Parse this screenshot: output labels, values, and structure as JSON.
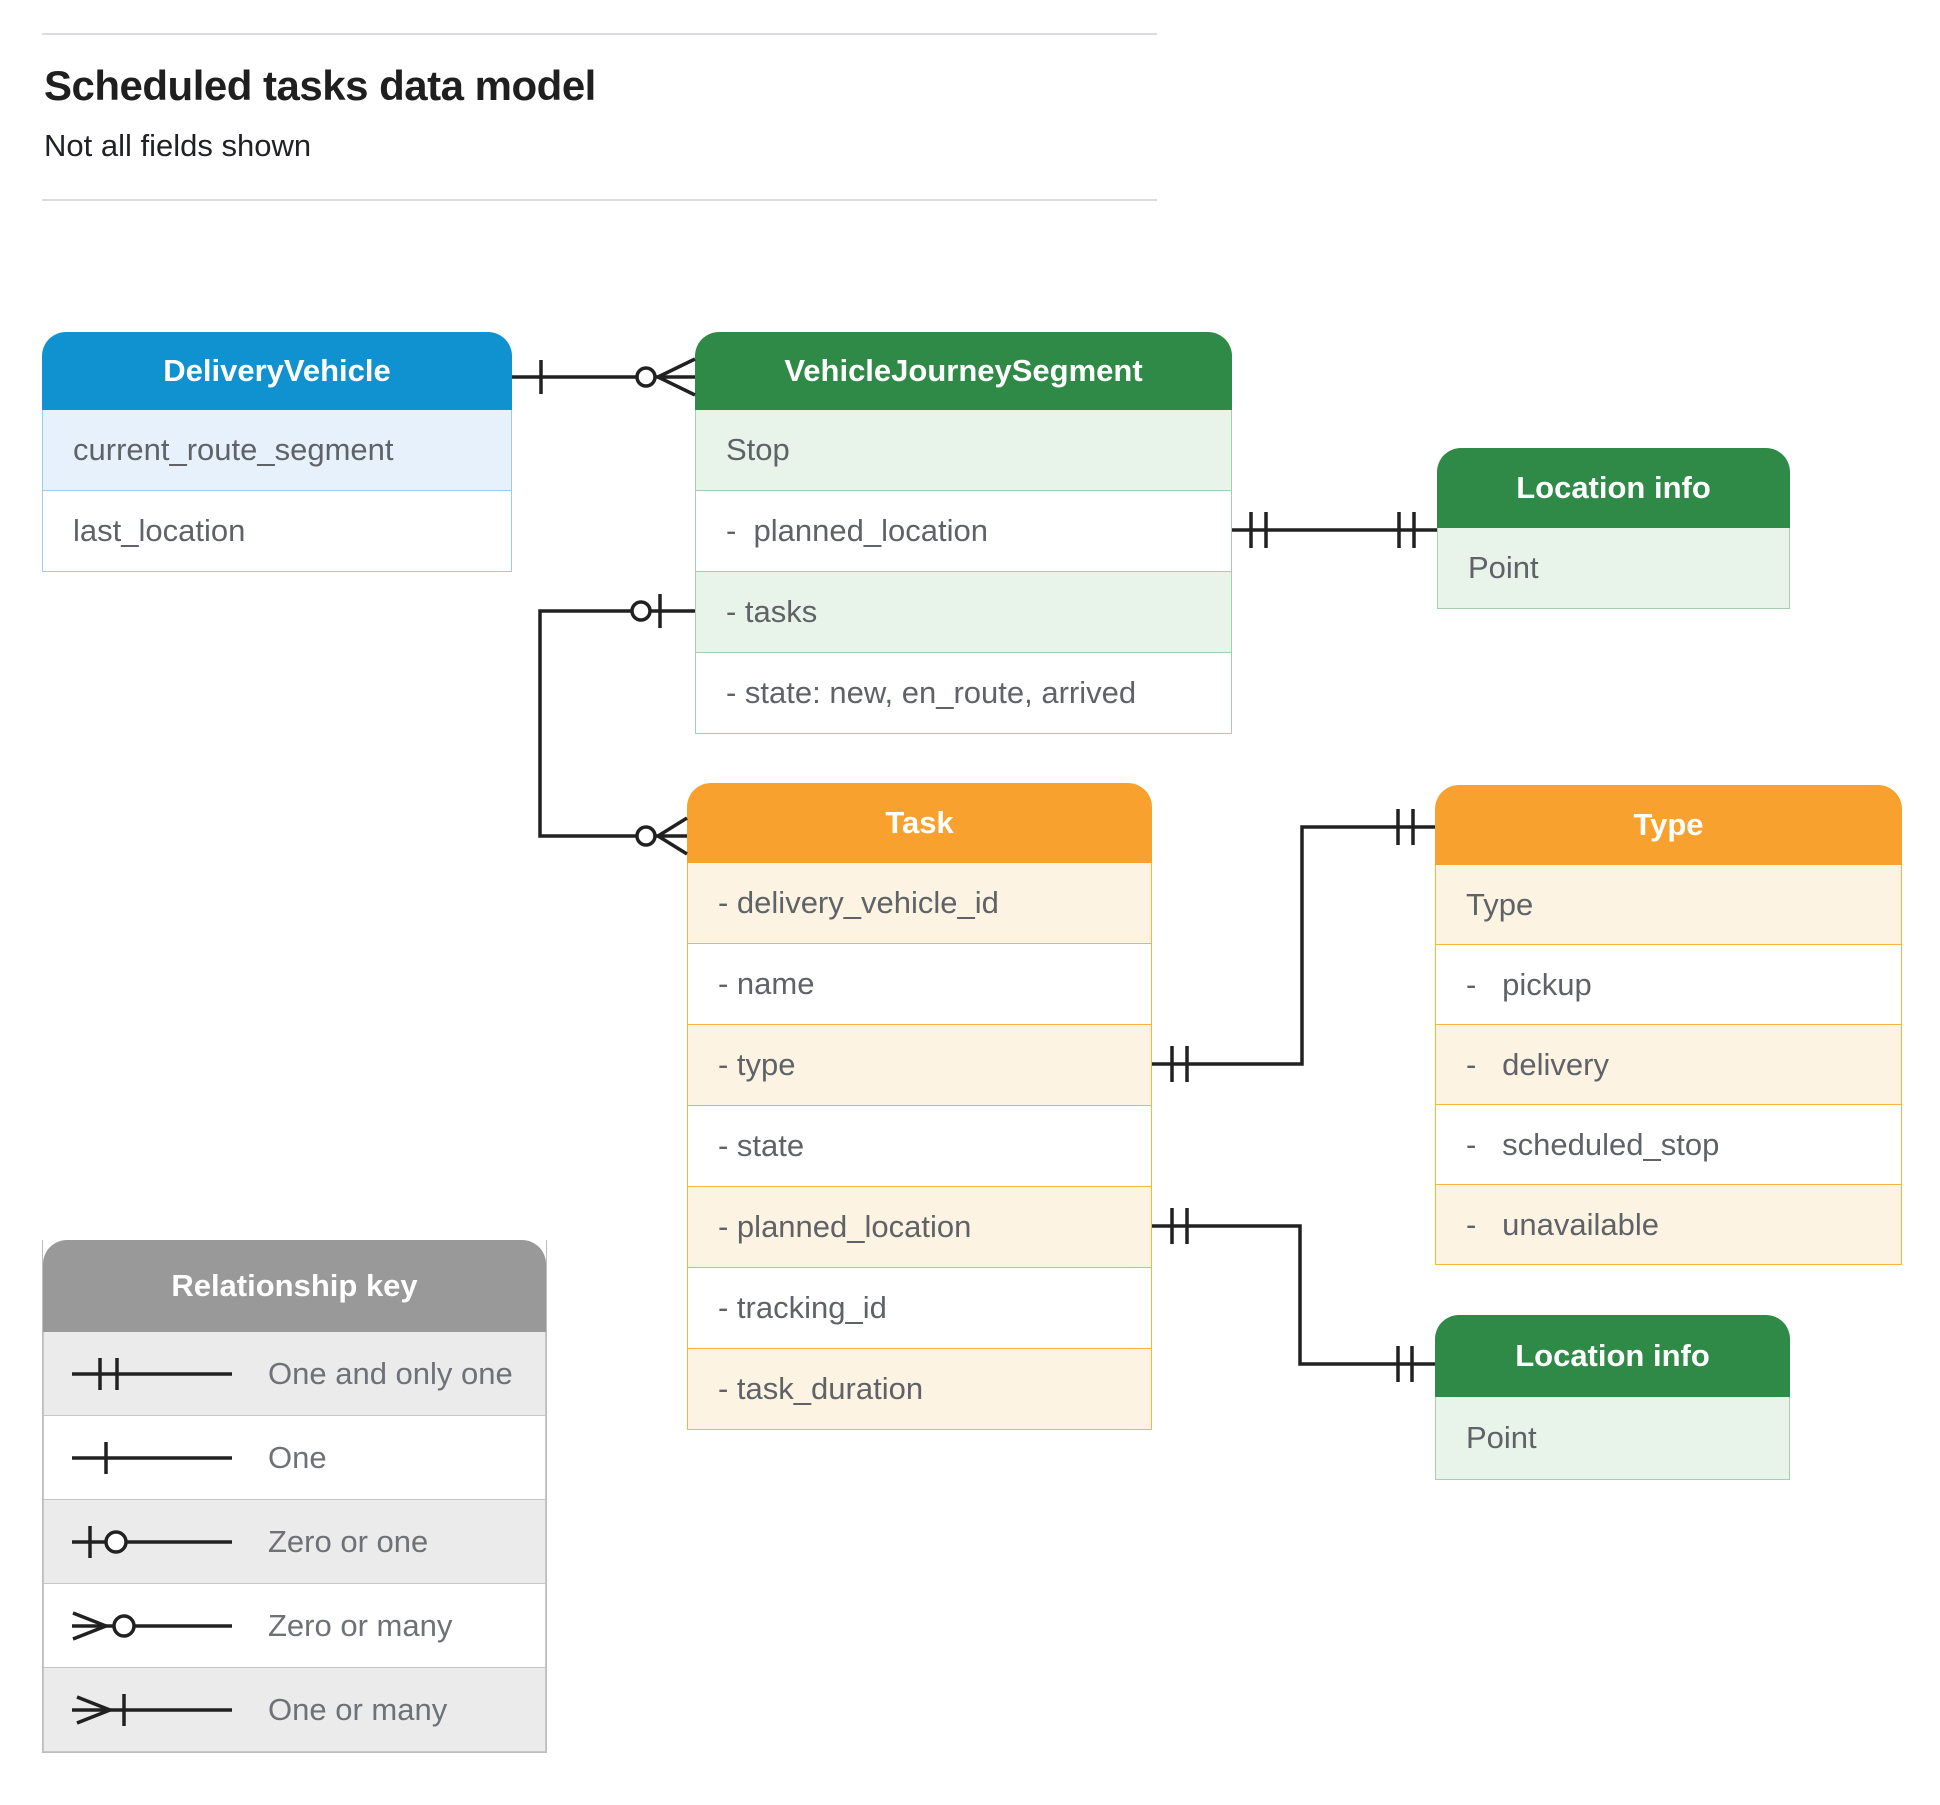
{
  "page": {
    "title": "Scheduled tasks data model",
    "subtitle": "Not all fields shown"
  },
  "colors": {
    "blue_header": "#1092D0",
    "green_header": "#2F8A47",
    "orange_header": "#F8A12E",
    "gray_header": "#999999",
    "field_text": "#5F6368",
    "connector": "#212121"
  },
  "tables": {
    "delivery_vehicle": {
      "title": "DeliveryVehicle",
      "rows": [
        "current_route_segment",
        "last_location"
      ]
    },
    "vehicle_journey_segment": {
      "title": "VehicleJourneySegment",
      "rows": [
        "Stop",
        "-  planned_location",
        "- tasks",
        "- state: new, en_route, arrived"
      ]
    },
    "location_info_top": {
      "title": "Location info",
      "rows": [
        "Point"
      ]
    },
    "task": {
      "title": "Task",
      "rows": [
        "- delivery_vehicle_id",
        "- name",
        "- type",
        "- state",
        "- planned_location",
        "- tracking_id",
        "- task_duration"
      ]
    },
    "type": {
      "title": "Type",
      "rows": [
        "Type",
        "-   pickup",
        "-   delivery",
        "-   scheduled_stop",
        "-   unavailable"
      ]
    },
    "location_info_bottom": {
      "title": "Location info",
      "rows": [
        "Point"
      ]
    }
  },
  "legend": {
    "title": "Relationship key",
    "items": [
      {
        "symbol": "one-and-only-one",
        "label": "One and only one"
      },
      {
        "symbol": "one",
        "label": "One"
      },
      {
        "symbol": "zero-or-one",
        "label": "Zero or one"
      },
      {
        "symbol": "zero-or-many",
        "label": "Zero or many"
      },
      {
        "symbol": "one-or-many",
        "label": "One or many"
      }
    ]
  }
}
